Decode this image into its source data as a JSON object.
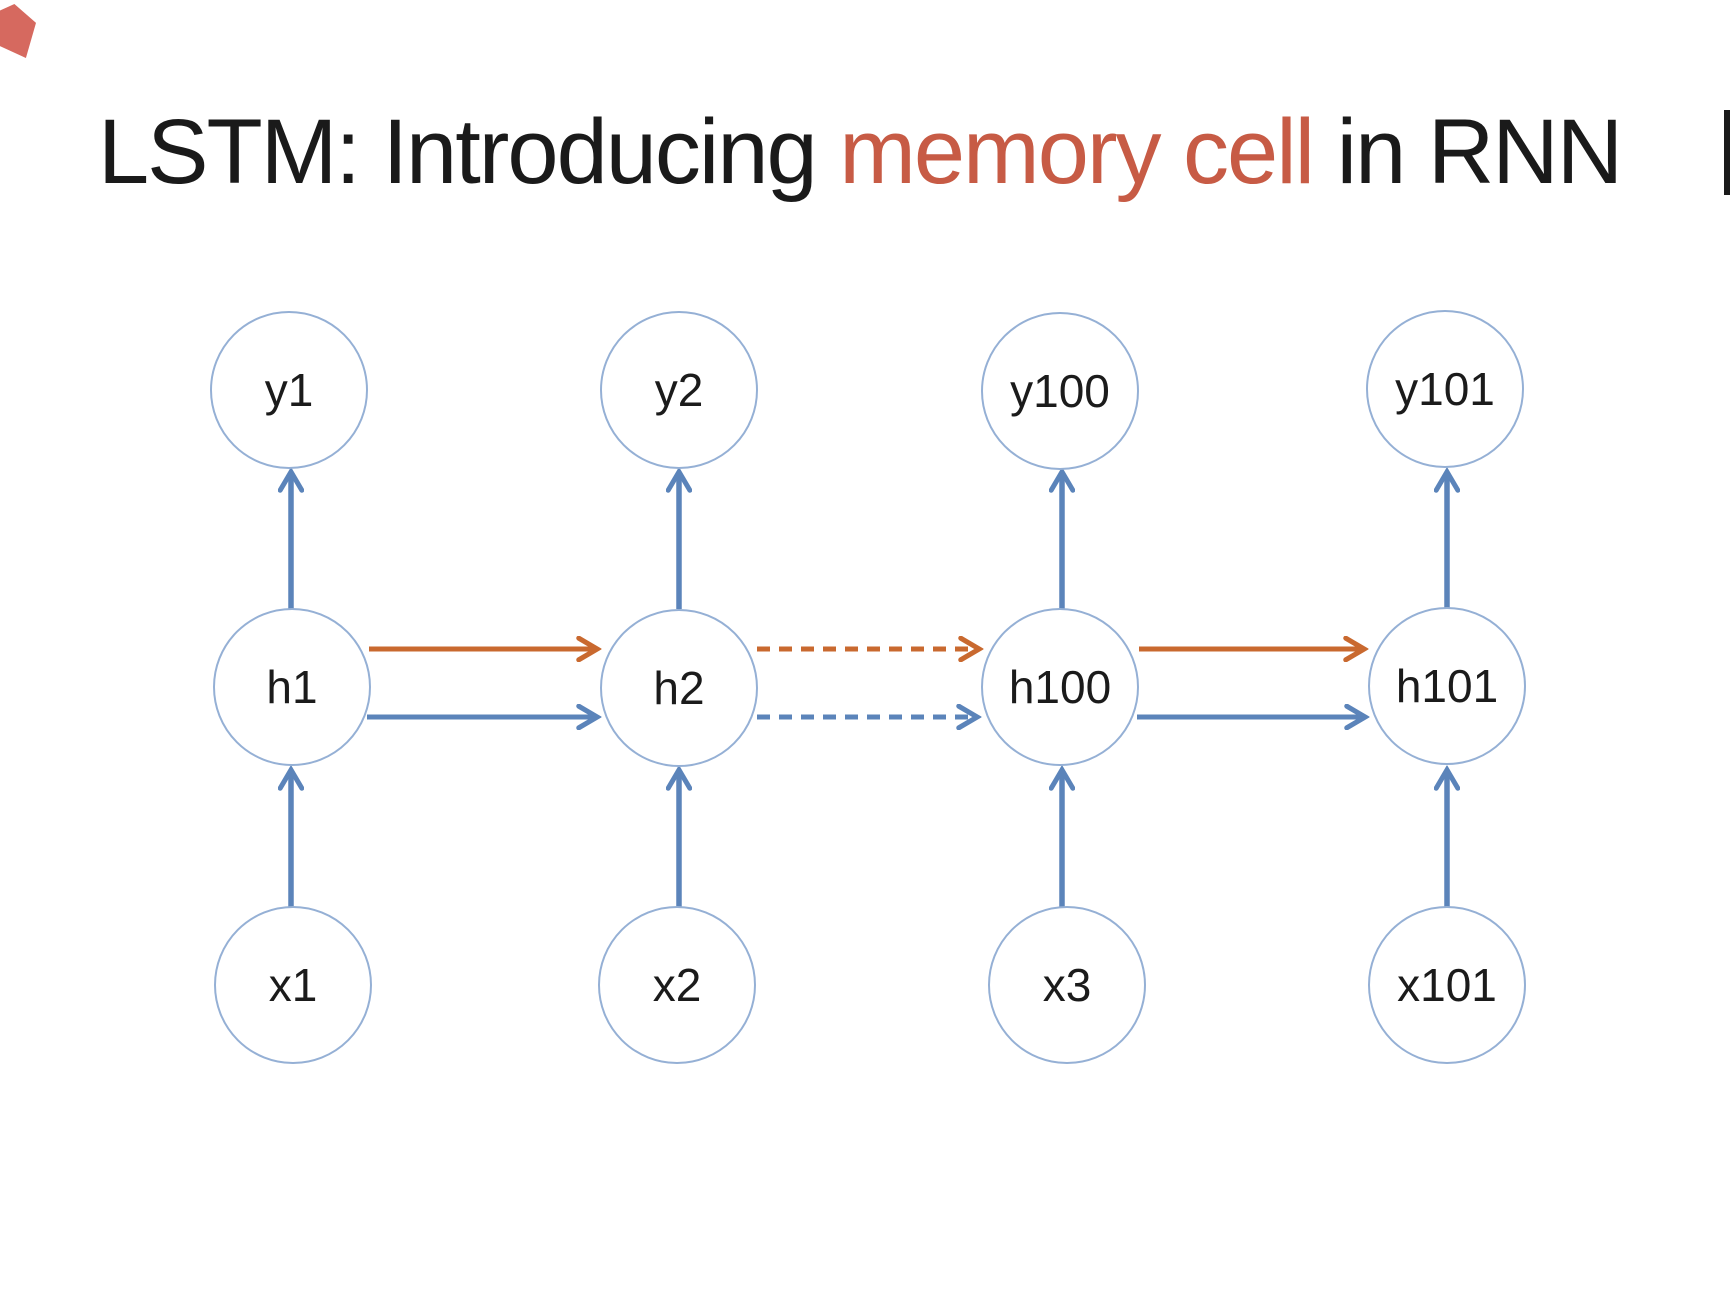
{
  "slide": {
    "title": {
      "prefix": "LSTM: Introducing ",
      "accent": "memory cell",
      "suffix": " in RNN"
    }
  },
  "colors": {
    "node_stroke": "#95b0d5",
    "hidden_state_arrow": "#5b84ba",
    "memory_cell_arrow": "#c9692f",
    "title_text": "#1a1a1a",
    "title_accent": "#c75b45"
  },
  "diagram": {
    "nodes": {
      "y1": {
        "label": "y1"
      },
      "y2": {
        "label": "y2"
      },
      "y100": {
        "label": "y100"
      },
      "y101": {
        "label": "y101"
      },
      "h1": {
        "label": "h1"
      },
      "h2": {
        "label": "h2"
      },
      "h100": {
        "label": "h100"
      },
      "h101": {
        "label": "h101"
      },
      "x1": {
        "label": "x1"
      },
      "x2": {
        "label": "x2"
      },
      "x3": {
        "label": "x3"
      },
      "x101": {
        "label": "x101"
      }
    }
  }
}
